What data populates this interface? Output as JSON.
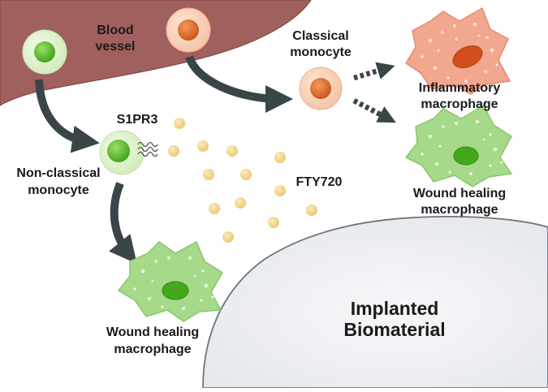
{
  "labels": {
    "blood_vessel": [
      "Blood",
      "vessel"
    ],
    "classical_monocyte": [
      "Classical",
      "monocyte"
    ],
    "s1pr3": "S1PR3",
    "non_classical_monocyte": [
      "Non-classical",
      "monocyte"
    ],
    "fty720": "FTY720",
    "inflammatory_macrophage": [
      "Inflammatory",
      "macrophage"
    ],
    "wound_healing_macrophage_top": [
      "Wound healing",
      "macrophage"
    ],
    "wound_healing_macrophage_bottom": [
      "Wound healing",
      "macrophage"
    ],
    "implanted_biomaterial": [
      "Implanted",
      "Biomaterial"
    ]
  },
  "colors": {
    "vessel": "#a0605e",
    "monocyte_green_outer": "#dcf0c4",
    "monocyte_green_nucleus": "#5cbf2a",
    "monocyte_orange_outer": "#f9cfb5",
    "monocyte_orange_nucleus": "#e2692a",
    "fty720_particle": "#f3d98c",
    "inflammatory_body": "#f2a78f",
    "inflammatory_nucleus": "#d24f1c",
    "wound_body": "#a6d98a",
    "wound_nucleus": "#44a81e",
    "biomaterial": "#eef0f3",
    "arrow": "#3a4548"
  }
}
